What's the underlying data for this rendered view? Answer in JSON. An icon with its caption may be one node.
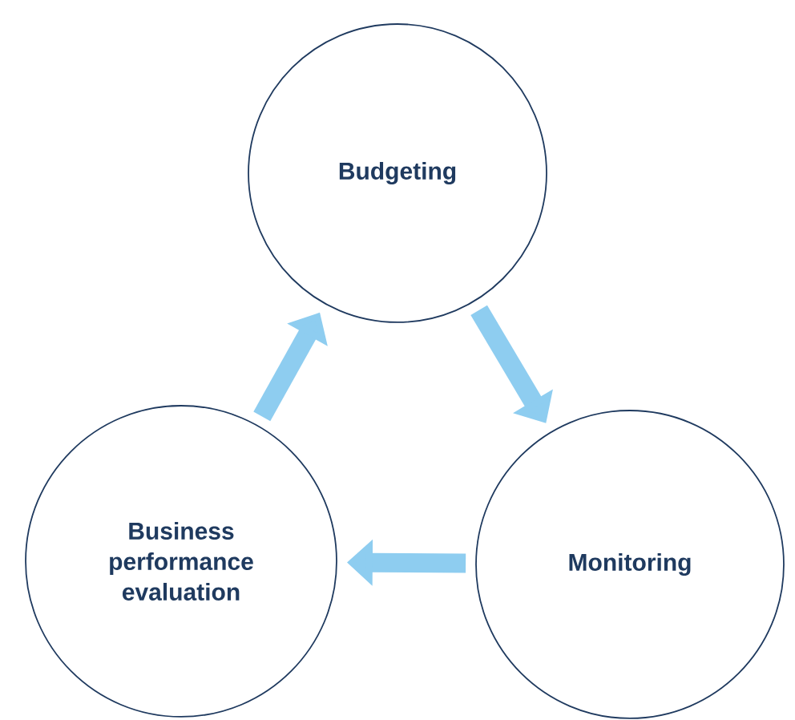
{
  "diagram": {
    "nodes": [
      {
        "text": [
          "Budgeting"
        ]
      },
      {
        "text": [
          "Monitoring"
        ]
      },
      {
        "text": [
          "Business performance evaluation"
        ]
      }
    ],
    "edges": [
      {
        "from": 0,
        "to": 1,
        "arrow": "to"
      },
      {
        "from": 1,
        "to": 2,
        "arrow": "to"
      },
      {
        "from": 2,
        "to": 0,
        "arrow": "to"
      }
    ]
  }
}
